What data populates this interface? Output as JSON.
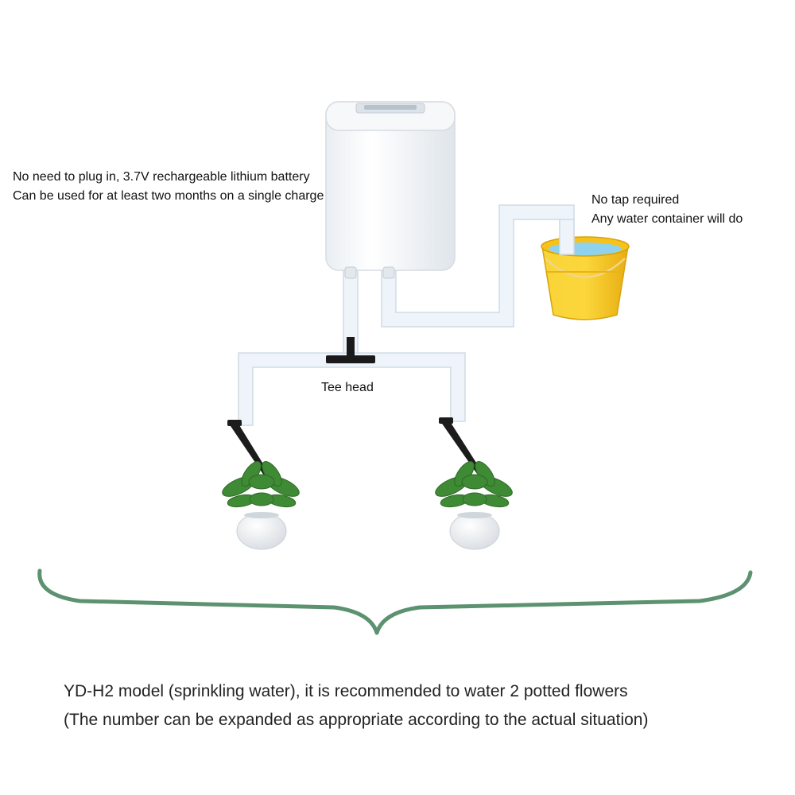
{
  "notes": {
    "battery": "No need to plug in, 3.7V rechargeable lithium battery Can be used for at least two months on a single charge",
    "water_line1": "No tap required",
    "water_line2": "Any water container will do",
    "tee": "Tee head"
  },
  "caption": {
    "line1": "YD-H2 model (sprinkling water), it is recommended to water 2 potted flowers",
    "line2": "(The number can be expanded as appropriate according to the actual situation)"
  },
  "colors": {
    "tube": "#eef4fa",
    "tube_outline": "#cfdbe6",
    "bucket": "#f7c21a",
    "bucket_dark": "#e1a70e",
    "water": "#8fd2ee",
    "leaf": "#3f8a34",
    "brace": "#5c9270"
  }
}
